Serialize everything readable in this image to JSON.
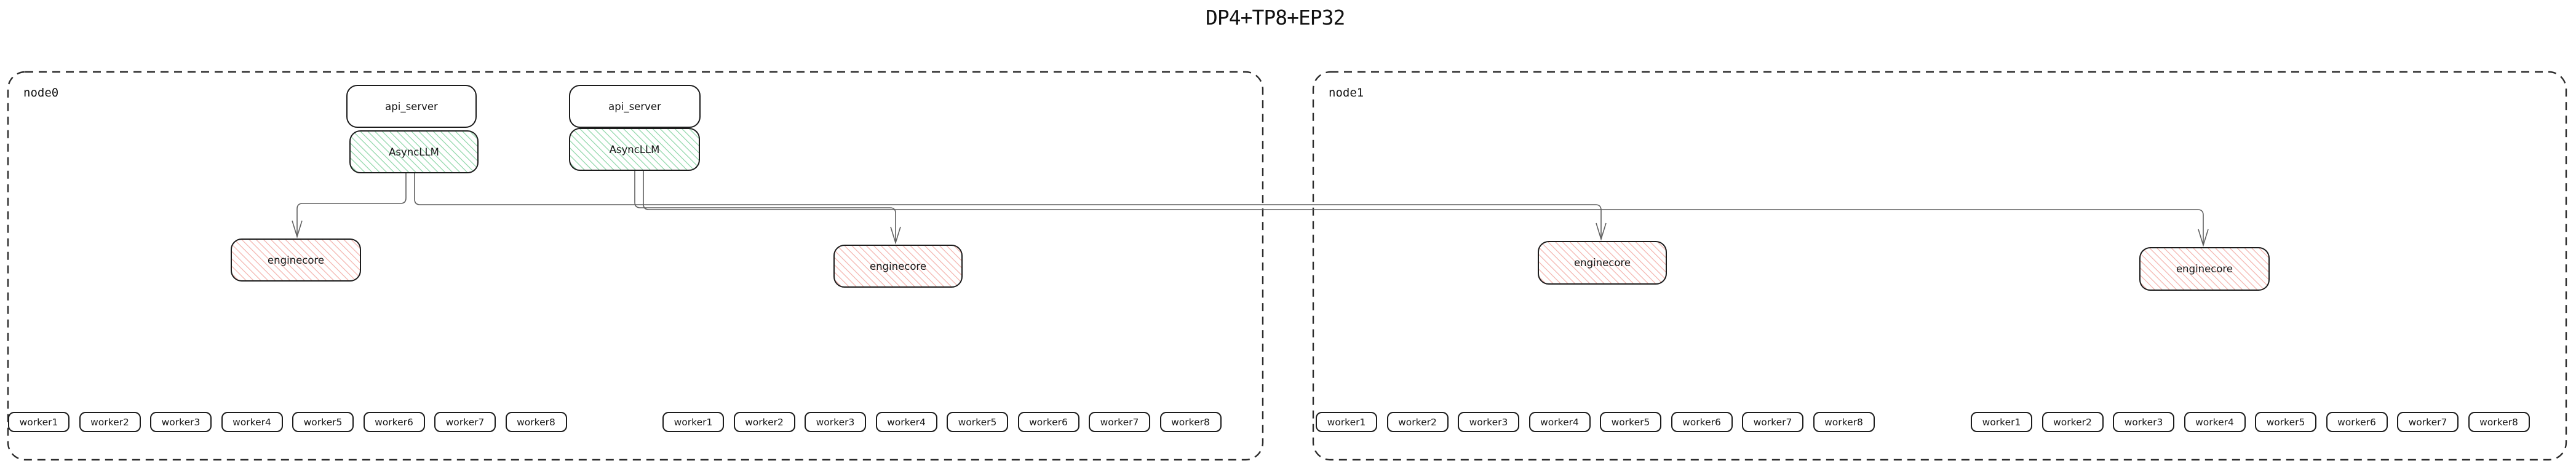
{
  "title": "DP4+TP8+EP32",
  "colors": {
    "box_border": "#1c1c1c",
    "node_border": "#2b2b2b",
    "connector": "#5f5f5f",
    "asyncllm_hatch": "#9edcb4",
    "enginecore_hatch": "#f5bdb8"
  },
  "nodes": [
    {
      "label": "node0",
      "pairs": [
        {
          "api_server": "api_server",
          "asyncllm": "AsyncLLM"
        },
        {
          "api_server": "api_server",
          "asyncllm": "AsyncLLM"
        }
      ],
      "enginecores": [
        "enginecore",
        "enginecore"
      ],
      "worker_groups": [
        [
          "worker1",
          "worker2",
          "worker3",
          "worker4",
          "worker5",
          "worker6",
          "worker7",
          "worker8"
        ],
        [
          "worker1",
          "worker2",
          "worker3",
          "worker4",
          "worker5",
          "worker6",
          "worker7",
          "worker8"
        ]
      ]
    },
    {
      "label": "node1",
      "pairs": [],
      "enginecores": [
        "enginecore",
        "enginecore"
      ],
      "worker_groups": [
        [
          "worker1",
          "worker2",
          "worker3",
          "worker4",
          "worker5",
          "worker6",
          "worker7",
          "worker8"
        ],
        [
          "worker1",
          "worker2",
          "worker3",
          "worker4",
          "worker5",
          "worker6",
          "worker7",
          "worker8"
        ]
      ]
    }
  ]
}
